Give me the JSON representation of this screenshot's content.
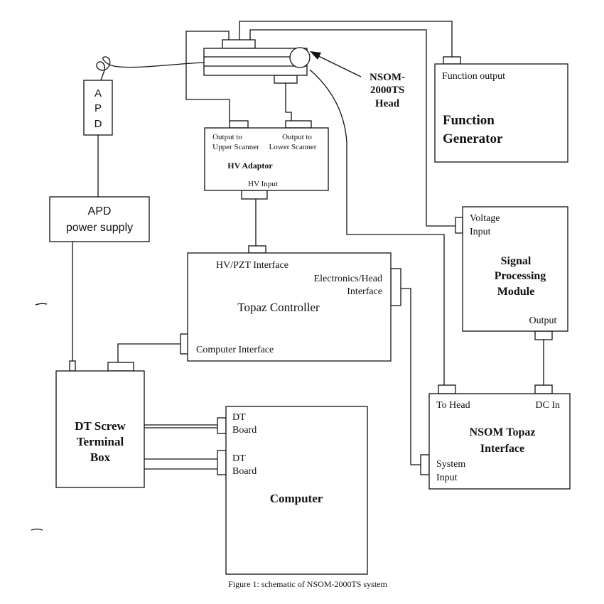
{
  "head": {
    "label_line1": "NSOM-",
    "label_line2": "2000TS",
    "label_line3": "Head"
  },
  "apd": {
    "letters": [
      "A",
      "P",
      "D"
    ]
  },
  "apd_power_supply": {
    "line1": "APD",
    "line2": "power supply"
  },
  "hv_adaptor": {
    "title": "HV Adaptor",
    "out_upper_line1": "Output to",
    "out_upper_line2": "Upper Scanner",
    "out_lower_line1": "Output to",
    "out_lower_line2": "Lower Scanner",
    "input": "HV Input"
  },
  "function_generator": {
    "port": "Function output",
    "title_line1": "Function",
    "title_line2": "Generator"
  },
  "signal_processing": {
    "port_in_line1": "Voltage",
    "port_in_line2": "Input",
    "title_line1": "Signal",
    "title_line2": "Processing",
    "title_line3": "Module",
    "port_out": "Output"
  },
  "topaz_controller": {
    "port_hv": "HV/PZT Interface",
    "port_head_line1": "Electronics/Head",
    "port_head_line2": "Interface",
    "title": "Topaz Controller",
    "port_computer": "Computer Interface"
  },
  "dt_screw": {
    "title_line1": "DT Screw",
    "title_line2": "Terminal",
    "title_line3": "Box"
  },
  "computer": {
    "board1_line1": "DT",
    "board1_line2": "Board",
    "board2_line1": "DT",
    "board2_line2": "Board",
    "title": "Computer"
  },
  "nsom_topaz_interface": {
    "port_head": "To Head",
    "port_dc": "DC In",
    "title_line1": "NSOM Topaz",
    "title_line2": "Interface",
    "port_sys_line1": "System",
    "port_sys_line2": "Input"
  },
  "caption": "Figure 1: schematic of NSOM-2000TS system"
}
